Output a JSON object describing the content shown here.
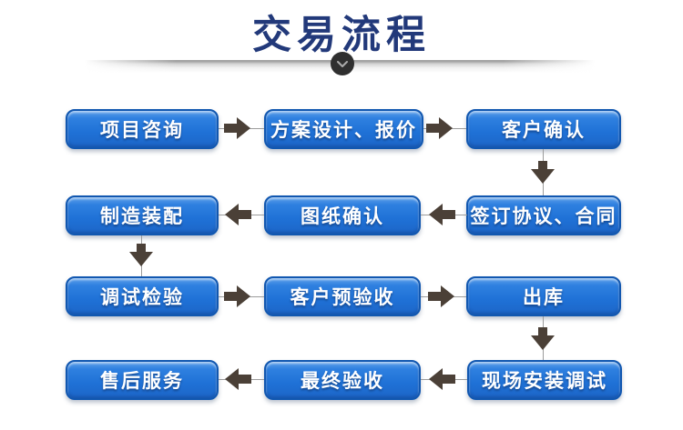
{
  "title": "交易流程",
  "divider": {
    "icon": "chevron-down"
  },
  "colors": {
    "title_text": "#22397a",
    "box_fill": "#2176d9",
    "box_border": "#1157b0",
    "box_text": "#ffffff",
    "arrow": "#4b4037",
    "connector_line": "#9b9b9b",
    "divider_circle": "#2f2f2f"
  },
  "flow": {
    "rows": [
      {
        "direction": "right",
        "boxes": [
          "项目咨询",
          "方案设计、报价",
          "客户确认"
        ]
      },
      {
        "direction": "left",
        "boxes": [
          "制造装配",
          "图纸确认",
          "签订协议、合同"
        ]
      },
      {
        "direction": "right",
        "boxes": [
          "调试检验",
          "客户预验收",
          "出库"
        ]
      },
      {
        "direction": "left",
        "boxes": [
          "售后服务",
          "最终验收",
          "现场安装调试"
        ]
      }
    ]
  }
}
